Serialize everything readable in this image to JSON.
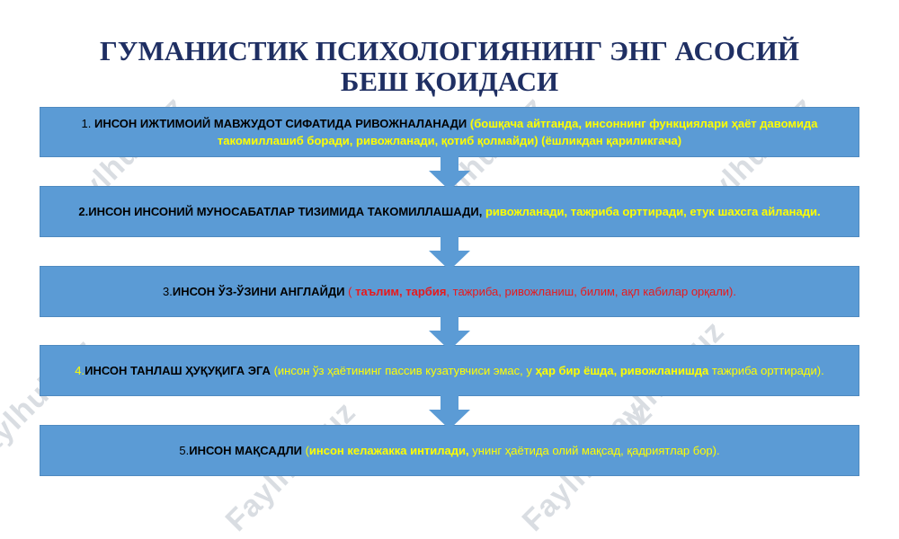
{
  "title": {
    "line1": "ГУМАНИСТИК ПСИХОЛОГИЯНИНГ ЭНГ АСОСИЙ",
    "line2": "БЕШ ҚОИДАСИ"
  },
  "watermark": "Faylhub.uz",
  "colors": {
    "box": "#5b9bd5",
    "arrow": "#5b9bd5",
    "title": "#1f2f63",
    "highlight_yellow": "#ffff00",
    "highlight_red": "#e8191c"
  },
  "steps": [
    {
      "num": "1.",
      "key": "ИНСОН ИЖТИМОИЙ МАВЖУДОТ СИФАТИДА РИВОЖНАЛАНАДИ",
      "detail": "(бошқача айтганда, инсоннинг функциялари ҳаёт давомида такомиллашиб боради, ривожланади, қотиб қолмайди) (ёшликдан қариликгача)"
    },
    {
      "num": "2.",
      "key": "ИНСОН ИНСОНИЙ МУНОСАБАТЛАР ТИЗИМИДА  ТАКОМИЛЛАШАДИ,",
      "detail": "ривожланади, тажриба орттиради, етук шахсга айланади."
    },
    {
      "num": "3.",
      "key": "ИНСОН ЎЗ-ЎЗИНИ АНГЛАЙДИ",
      "open": "(",
      "bold": "таълим, тарбия",
      "detail": ", тажриба, ривожланиш, билим, ақл кабилар орқали)."
    },
    {
      "num": "4.",
      "key": "ИНСОН ТАНЛАШ ҲУҚУҚИГА ЭГА",
      "detail1": "(инсон ўз ҳаётининг пассив  кузатувчиси эмас,  у",
      "bold": "ҳар бир ёшда, ривожланишда",
      "detail2": "тажриба орттиради)."
    },
    {
      "num": "5.",
      "key": "ИНСОН МАҚСАДЛИ",
      "open": "(",
      "bold": "инсон келажакка интилади,",
      "detail": "унинг ҳаётида олий мақсад, қадриятлар бор)."
    }
  ]
}
